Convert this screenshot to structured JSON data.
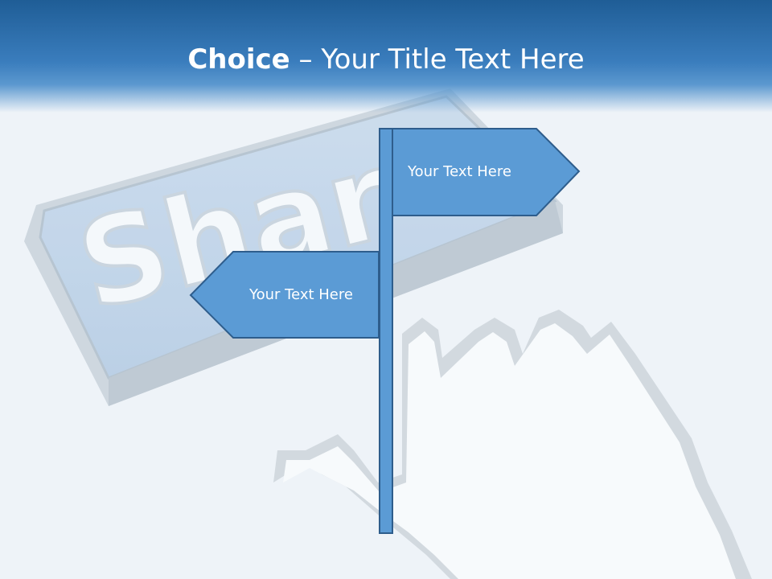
{
  "slide": {
    "title_bold": "Choice",
    "title_rest": " – Your Title Text Here",
    "background_word": "Shar",
    "sign_right_text": "Your Text Here",
    "sign_left_text": "Your Text Here"
  },
  "colors": {
    "header_dark": "#1f5d96",
    "header_light": "#3a7dbd",
    "sign_fill": "#5b9bd5",
    "sign_stroke": "#2e5d8c",
    "background": "#eef3f8"
  },
  "icons": {
    "background_illustration": "share-button-with-hand-cursor"
  }
}
